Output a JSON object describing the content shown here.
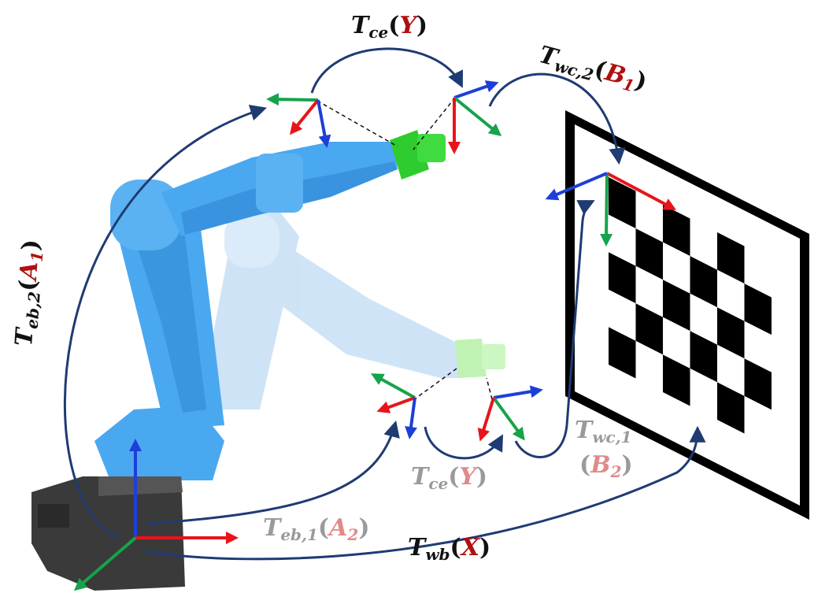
{
  "colors": {
    "arc": "#1f3b73",
    "axis_red": "#e8141a",
    "axis_green": "#16a34a",
    "axis_blue": "#1d3fd8",
    "robot_front": "#4aa8f0",
    "robot_front_dark": "#2f86d4",
    "robot_ghost": "#c7dff5",
    "effector_front": "#2ecc2e",
    "effector_ghost": "#b4f0a6",
    "base": "#3a3a3a",
    "label_dark": "#111111",
    "label_red": "#b01010",
    "label_grey": "#9a9a9a",
    "label_pink": "#e08a8a",
    "board": "#000000"
  },
  "labels": {
    "tce_top": {
      "T": "T",
      "sub": "ce",
      "open": "(",
      "var": "Y",
      "close": ")"
    },
    "twc2": {
      "T": "T",
      "sub": "wc,2",
      "open": "(",
      "var": "B",
      "vsub": "1",
      "close": ")"
    },
    "teb2": {
      "T": "T",
      "sub": "eb,2",
      "open": "(",
      "var": "A",
      "vsub": "1",
      "close": ")"
    },
    "tce_bottom": {
      "T": "T",
      "sub": "ce",
      "open": "(",
      "var": "Y",
      "close": ")"
    },
    "twc1": {
      "T": "T",
      "sub": "wc,1",
      "open": "(",
      "var": "B",
      "vsub": "2",
      "close": ")"
    },
    "teb1": {
      "T": "T",
      "sub": "eb,1",
      "open": "(",
      "var": "A",
      "vsub": "2",
      "close": ")"
    },
    "twb": {
      "T": "T",
      "sub": "wb",
      "open": "(",
      "var": "X",
      "close": ")"
    }
  }
}
